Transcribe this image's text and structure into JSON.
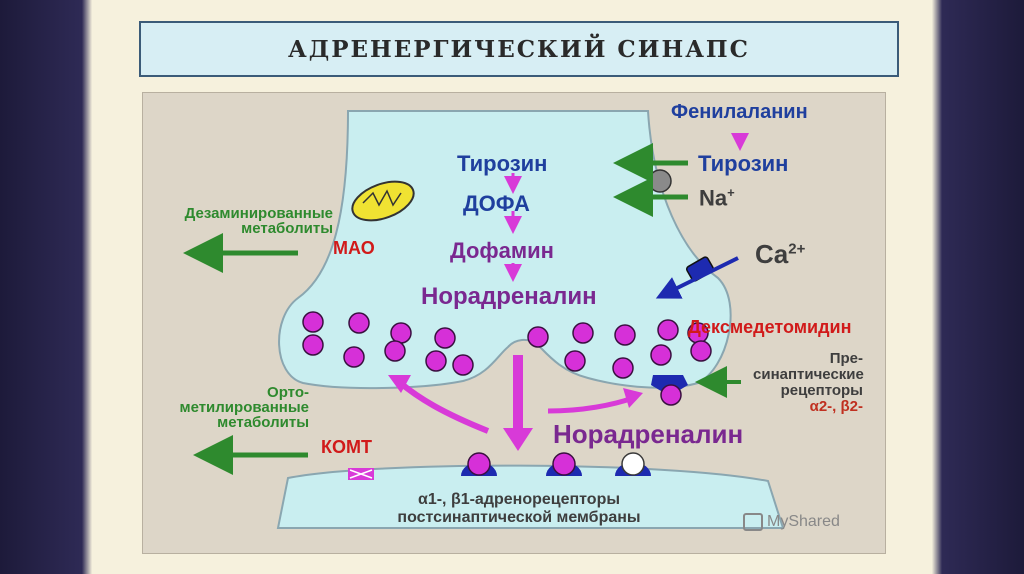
{
  "title": "АДРЕНЕРГИЧЕСКИЙ СИНАПС",
  "labels": {
    "phenylalanine": "Фенилаланин",
    "tyrosine_outside": "Тирозин",
    "sodium": "Na",
    "sodium_sup": "+",
    "tyrosine": "Тирозин",
    "dopa": "ДОФА",
    "dopamine": "Дофамин",
    "noradrenaline_top": "Норадреналин",
    "calcium": "Ca",
    "calcium_sup": "2+",
    "dexmedetomidine": "Дексмедетомидин",
    "mao": "МАО",
    "deaminated_line1": "Дезаминированные",
    "deaminated_line2": "метаболиты",
    "ortho_line1": "Орто-",
    "ortho_line2": "метилированные",
    "ortho_line3": "метаболиты",
    "komt": "КОМТ",
    "noradrenaline_cleft": "Норадреналин",
    "presynaptic_line1": "Пре-",
    "presynaptic_line2": "синаптические",
    "presynaptic_line3": "рецепторы",
    "presynaptic_line4": "α2-, β2-",
    "postsynaptic_line1": "α1-, β1-адренорецепторы",
    "postsynaptic_line2": "постсинаптической мембраны",
    "watermark": "MyShared"
  },
  "colors": {
    "terminal_fill": "#c9eef0",
    "vesicle": "#d630d8",
    "receptor": "#1d2ab0",
    "transport_arrow": "#2e8a2e",
    "pathway_arrow": "#d83ad8"
  }
}
